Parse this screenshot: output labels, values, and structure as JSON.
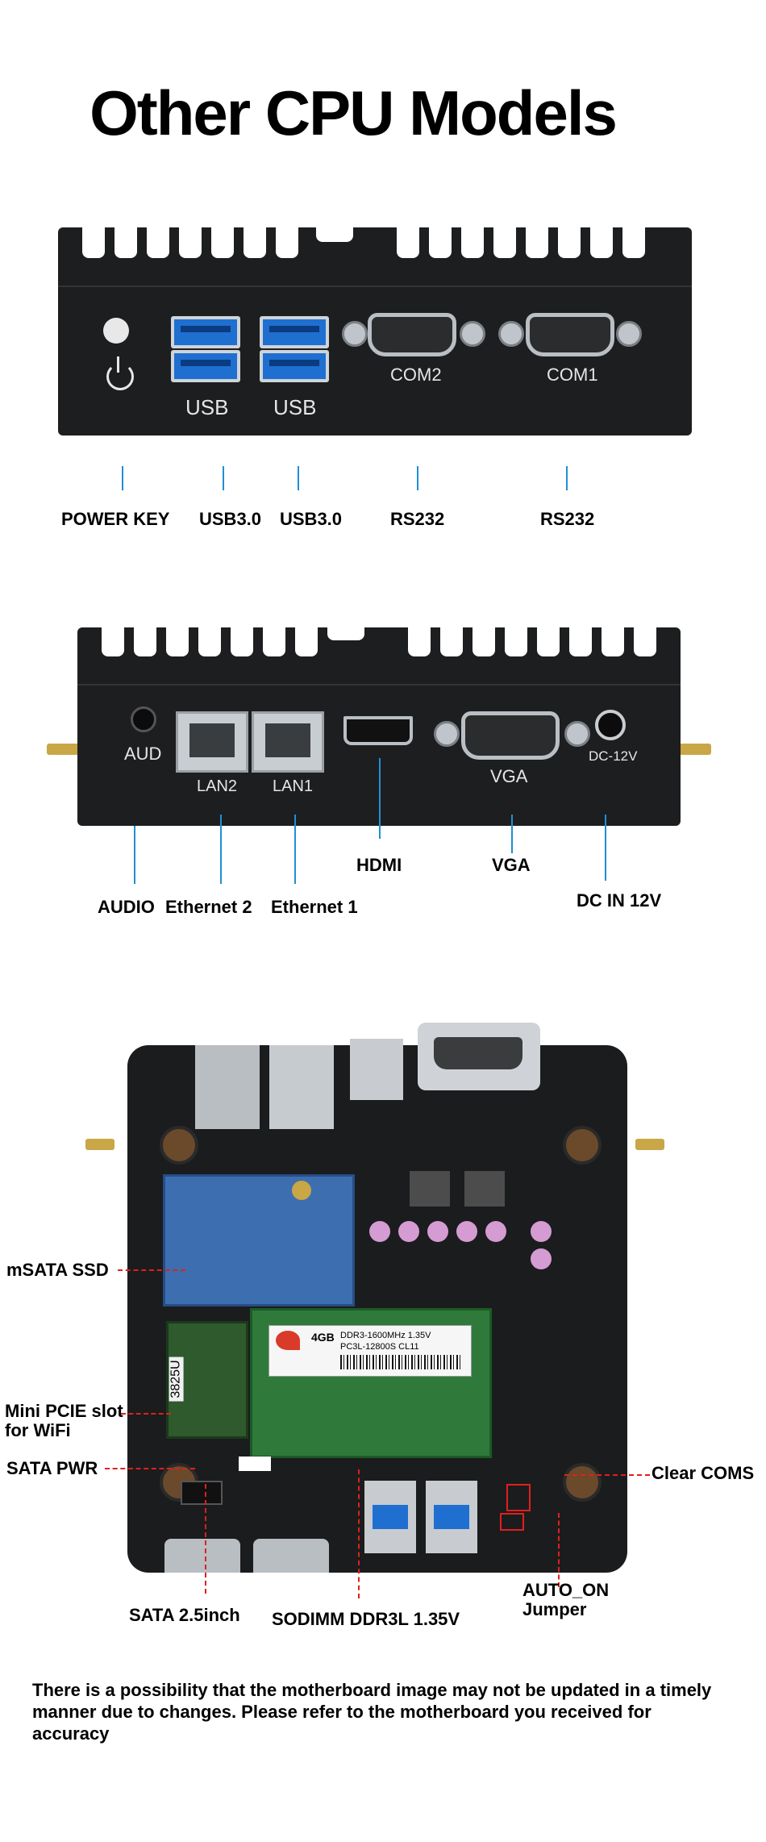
{
  "title": "Other CPU Models",
  "front_panel": {
    "silkscreen": {
      "usb_a": "USB",
      "usb_b": "USB",
      "com2": "COM2",
      "com1": "COM1"
    },
    "labels": {
      "power_key": "POWER KEY",
      "usb3_a": "USB3.0",
      "usb3_b": "USB3.0",
      "rs232_a": "RS232",
      "rs232_b": "RS232"
    }
  },
  "rear_panel": {
    "silkscreen": {
      "aud": "AUD",
      "lan2": "LAN2",
      "lan1": "LAN1",
      "vga": "VGA",
      "dc": "DC-12V"
    },
    "labels": {
      "audio": "AUDIO",
      "ethernet2": "Ethernet 2",
      "ethernet1": "Ethernet 1",
      "hdmi": "HDMI",
      "vga": "VGA",
      "dc_in": "DC IN 12V"
    }
  },
  "motherboard": {
    "labels": {
      "msata": "mSATA SSD",
      "mini_pcie": "Mini PCIE slot\nfor WiFi",
      "sata_pwr": "SATA PWR",
      "sata_25": "SATA 2.5inch",
      "sodimm": "SODIMM DDR3L 1.35V",
      "auto_on": "AUTO_ON\nJumper",
      "clear_cmos": "Clear COMS"
    },
    "ram_sticker": {
      "size": "4GB",
      "line1": "DDR3-1600MHz 1.35V",
      "line2": "PC3L-12800S CL11"
    },
    "wifi_card": "3825U"
  },
  "disclaimer": "There is a possibility that the motherboard image may not be updated in a timely manner due to changes. Please refer to the motherboard you received for accuracy",
  "colors": {
    "leader": "#1f8fd6",
    "dash": "#e0201c",
    "chassis": "#1d1e20"
  }
}
